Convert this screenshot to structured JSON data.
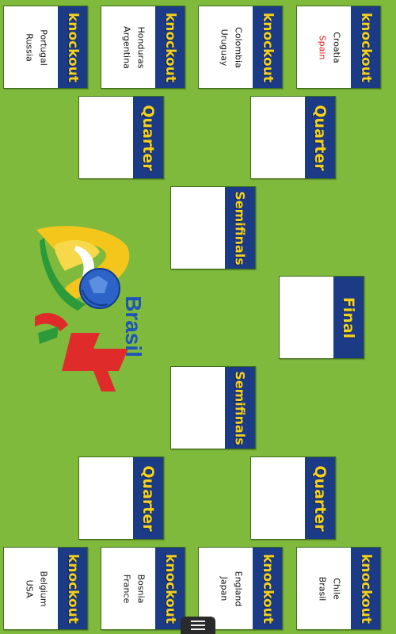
{
  "rounds": {
    "knockout": "knockout",
    "quarter": "Quarter",
    "semifinals": "Semifinals",
    "final": "Final"
  },
  "logo": {
    "text": "Brasil"
  },
  "matches": {
    "top": [
      {
        "team1": "Croatia",
        "team2": "Spain"
      },
      {
        "team1": "Colombia",
        "team2": "Uruguay"
      },
      {
        "team1": "Honduras",
        "team2": "Argentina"
      },
      {
        "team1": "Portugal",
        "team2": "Russia"
      }
    ],
    "bottom": [
      {
        "team1": "Chile",
        "team2": "Brasil"
      },
      {
        "team1": "England",
        "team2": "Japan"
      },
      {
        "team1": "Bosnia",
        "team2": "France"
      },
      {
        "team1": "Belgium",
        "team2": "USA"
      }
    ]
  }
}
